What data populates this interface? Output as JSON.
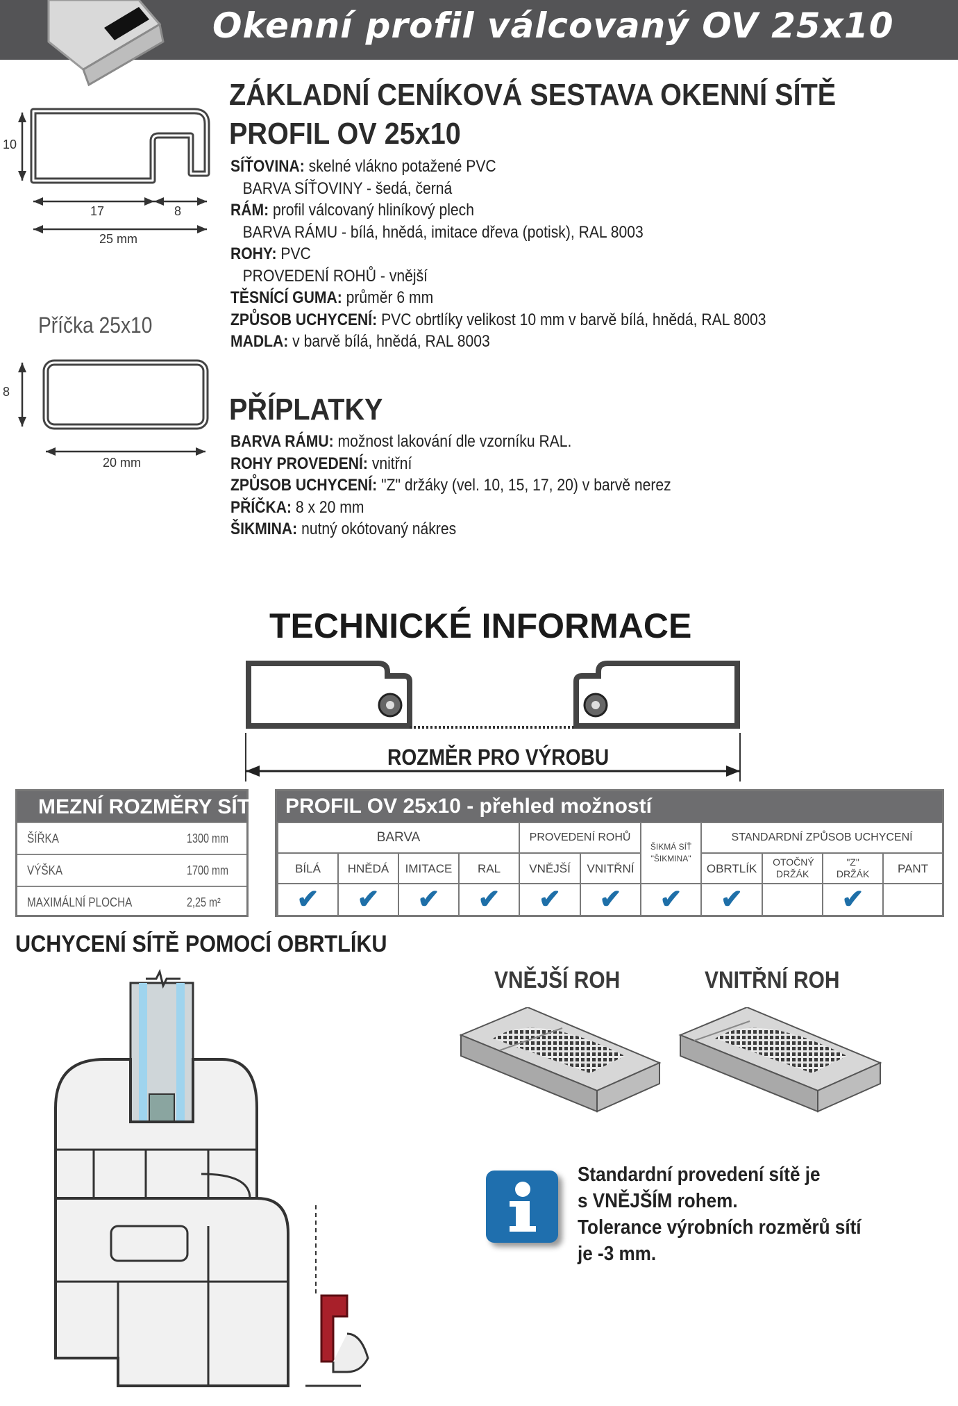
{
  "header": {
    "title": "Okenní profil válcovaný OV 25x10"
  },
  "profile_drawing": {
    "height_label": "10",
    "dim_a": "17",
    "dim_b": "8",
    "width_label": "25 mm"
  },
  "crossbar": {
    "title": "Příčka 25x10",
    "height_label": "8",
    "width_label": "20 mm"
  },
  "basic_set": {
    "title_line1": "ZÁKLADNÍ CENÍKOVÁ SESTAVA OKENNÍ SÍTĚ",
    "title_line2": "PROFIL OV 25x10",
    "lines": [
      {
        "label": "SÍŤOVINA:",
        "text": " skelné vlákno potažené PVC",
        "indent": false
      },
      {
        "label": "",
        "text": "BARVA SÍŤOVINY - šedá, černá",
        "indent": true
      },
      {
        "label": "RÁM:",
        "text": " profil válcovaný hliníkový plech",
        "indent": false
      },
      {
        "label": "",
        "text": "BARVA RÁMU - bílá, hnědá, imitace dřeva (potisk), RAL 8003",
        "indent": true
      },
      {
        "label": "ROHY:",
        "text": " PVC",
        "indent": false
      },
      {
        "label": "",
        "text": "PROVEDENÍ ROHŮ - vnější",
        "indent": true
      },
      {
        "label": "TĚSNÍCÍ GUMA:",
        "text": "  průměr  6  mm",
        "indent": false
      },
      {
        "label": "ZPŮSOB UCHYCENÍ:",
        "text": " PVC obrtlíky velikost 10 mm v barvě bílá, hnědá, RAL 8003",
        "indent": false
      },
      {
        "label": "MADLA:",
        "text": " v barvě bílá, hnědá, RAL 8003",
        "indent": false
      }
    ]
  },
  "surcharges": {
    "title": "PŘÍPLATKY",
    "lines": [
      {
        "label": "BARVA RÁMU:",
        "text": " možnost lakování dle vzorníku RAL."
      },
      {
        "label": "ROHY PROVEDENÍ:",
        "text": " vnitřní"
      },
      {
        "label": "ZPŮSOB UCHYCENÍ:",
        "text": " \"Z\" držáky (vel. 10, 15, 17, 20) v barvě nerez"
      },
      {
        "label": "PŘÍČKA:",
        "text": " 8 x 20 mm"
      },
      {
        "label": "ŠIKMINA:",
        "text": " nutný okótovaný nákres"
      }
    ]
  },
  "technical": {
    "title": "TECHNICKÉ INFORMACE",
    "dimension_label": "ROZMĚR PRO VÝROBU"
  },
  "limits": {
    "title": "MEZNÍ ROZMĚRY SÍTĚ",
    "rows": [
      {
        "label": "ŠÍŘKA",
        "value": "1300 mm"
      },
      {
        "label": "VÝŠKA",
        "value": "1700 mm"
      },
      {
        "label": "MAXIMÁLNÍ PLOCHA",
        "value": "2,25 m²"
      }
    ]
  },
  "options": {
    "title": "PROFIL OV 25x10 - přehled možností",
    "groups": {
      "color": "BARVA",
      "corners": "PROVEDENÍ ROHŮ",
      "slanted": "ŠIKMÁ SÍŤ \"ŠIKMINA\"",
      "mounting": "STANDARDNÍ ZPŮSOB UCHYCENÍ"
    },
    "columns": [
      "BÍLÁ",
      "HNĚDÁ",
      "IMITACE",
      "RAL",
      "VNĚJŠÍ",
      "VNITŘNÍ",
      "",
      "OBRTLÍK",
      "OTOČNÝ DRŽÁK",
      "\"Z\" DRŽÁK",
      "PANT"
    ],
    "available": [
      true,
      true,
      true,
      true,
      true,
      true,
      true,
      true,
      false,
      true,
      false
    ],
    "tick_symbol": "✔"
  },
  "mounting": {
    "title": "UCHYCENÍ SÍTĚ POMOCÍ OBRTLÍKU"
  },
  "corners": {
    "outer": "VNĚJŠÍ ROH",
    "inner": "VNITŘNÍ ROH"
  },
  "info": {
    "lines": [
      "Standardní provedení sítě je",
      "s VNĚJŠÍM rohem.",
      "Tolerance výrobních rozměrů sítí",
      "je -3 mm."
    ]
  },
  "colors": {
    "header_bg": "#545456",
    "accent": "#1e6fa8",
    "table_header": "#6d6d6f"
  }
}
